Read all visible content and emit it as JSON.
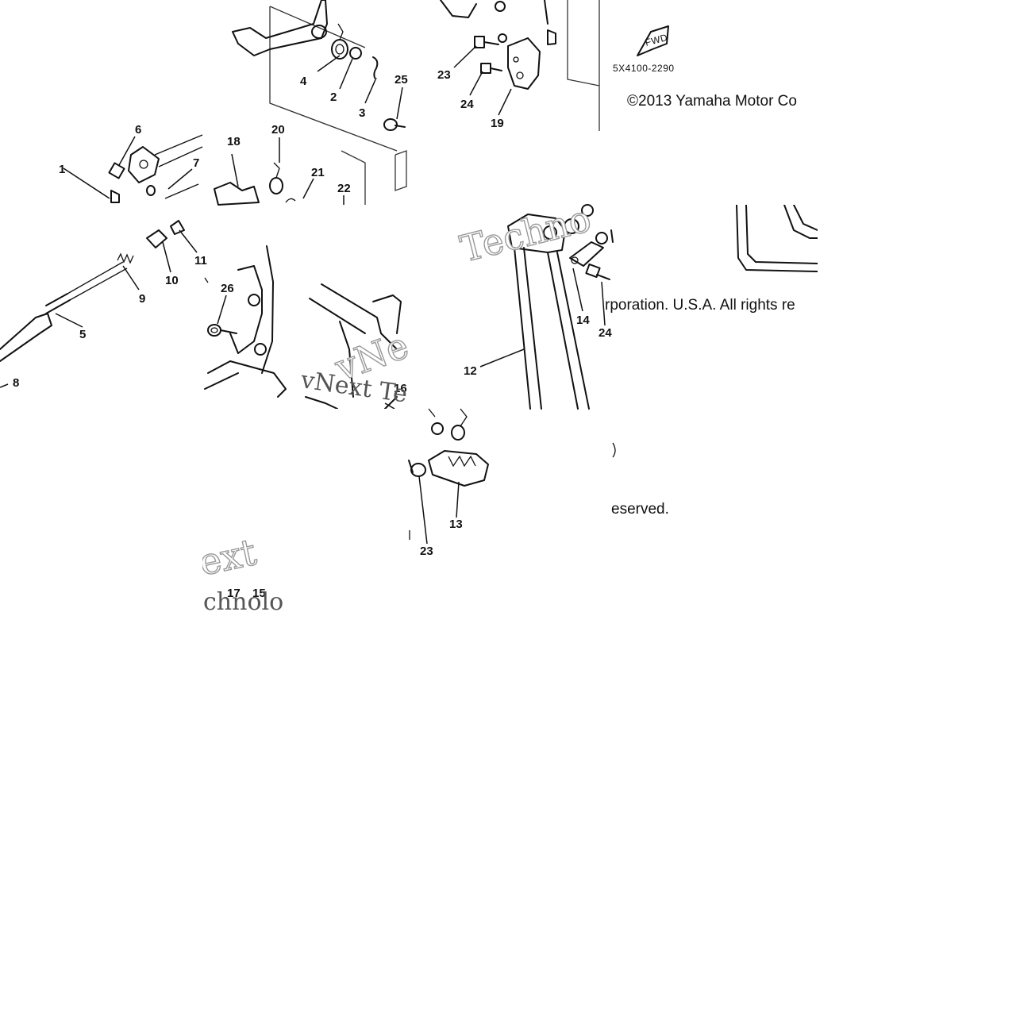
{
  "copyright": {
    "line1": "©2013 Yamaha Motor Co",
    "line2": "rporation. U.S.A. All rights re",
    "line3": "eserved."
  },
  "diagram_code": "5X4100-2290",
  "fwd_label": "FWD",
  "watermarks": {
    "w1": "Techno",
    "w2": "vNext Te",
    "w3": "vNe",
    "w4": "ext",
    "w5": "chnolo"
  },
  "callouts": [
    {
      "id": "c1",
      "label": "1"
    },
    {
      "id": "c2",
      "label": "2"
    },
    {
      "id": "c3",
      "label": "3"
    },
    {
      "id": "c4",
      "label": "4"
    },
    {
      "id": "c5",
      "label": "5"
    },
    {
      "id": "c6",
      "label": "6"
    },
    {
      "id": "c7",
      "label": "7"
    },
    {
      "id": "c8",
      "label": "8"
    },
    {
      "id": "c9",
      "label": "9"
    },
    {
      "id": "c10",
      "label": "10"
    },
    {
      "id": "c11",
      "label": "11"
    },
    {
      "id": "c12",
      "label": "12"
    },
    {
      "id": "c13",
      "label": "13"
    },
    {
      "id": "c14",
      "label": "14"
    },
    {
      "id": "c15",
      "label": "15"
    },
    {
      "id": "c16",
      "label": "16"
    },
    {
      "id": "c17",
      "label": "17"
    },
    {
      "id": "c18",
      "label": "18"
    },
    {
      "id": "c19",
      "label": "19"
    },
    {
      "id": "c20",
      "label": "20"
    },
    {
      "id": "c21",
      "label": "21"
    },
    {
      "id": "c22",
      "label": "22"
    },
    {
      "id": "c23a",
      "label": "23"
    },
    {
      "id": "c23b",
      "label": "23"
    },
    {
      "id": "c24a",
      "label": "24"
    },
    {
      "id": "c24b",
      "label": "24"
    },
    {
      "id": "c25",
      "label": "25"
    },
    {
      "id": "c26",
      "label": "26"
    }
  ]
}
